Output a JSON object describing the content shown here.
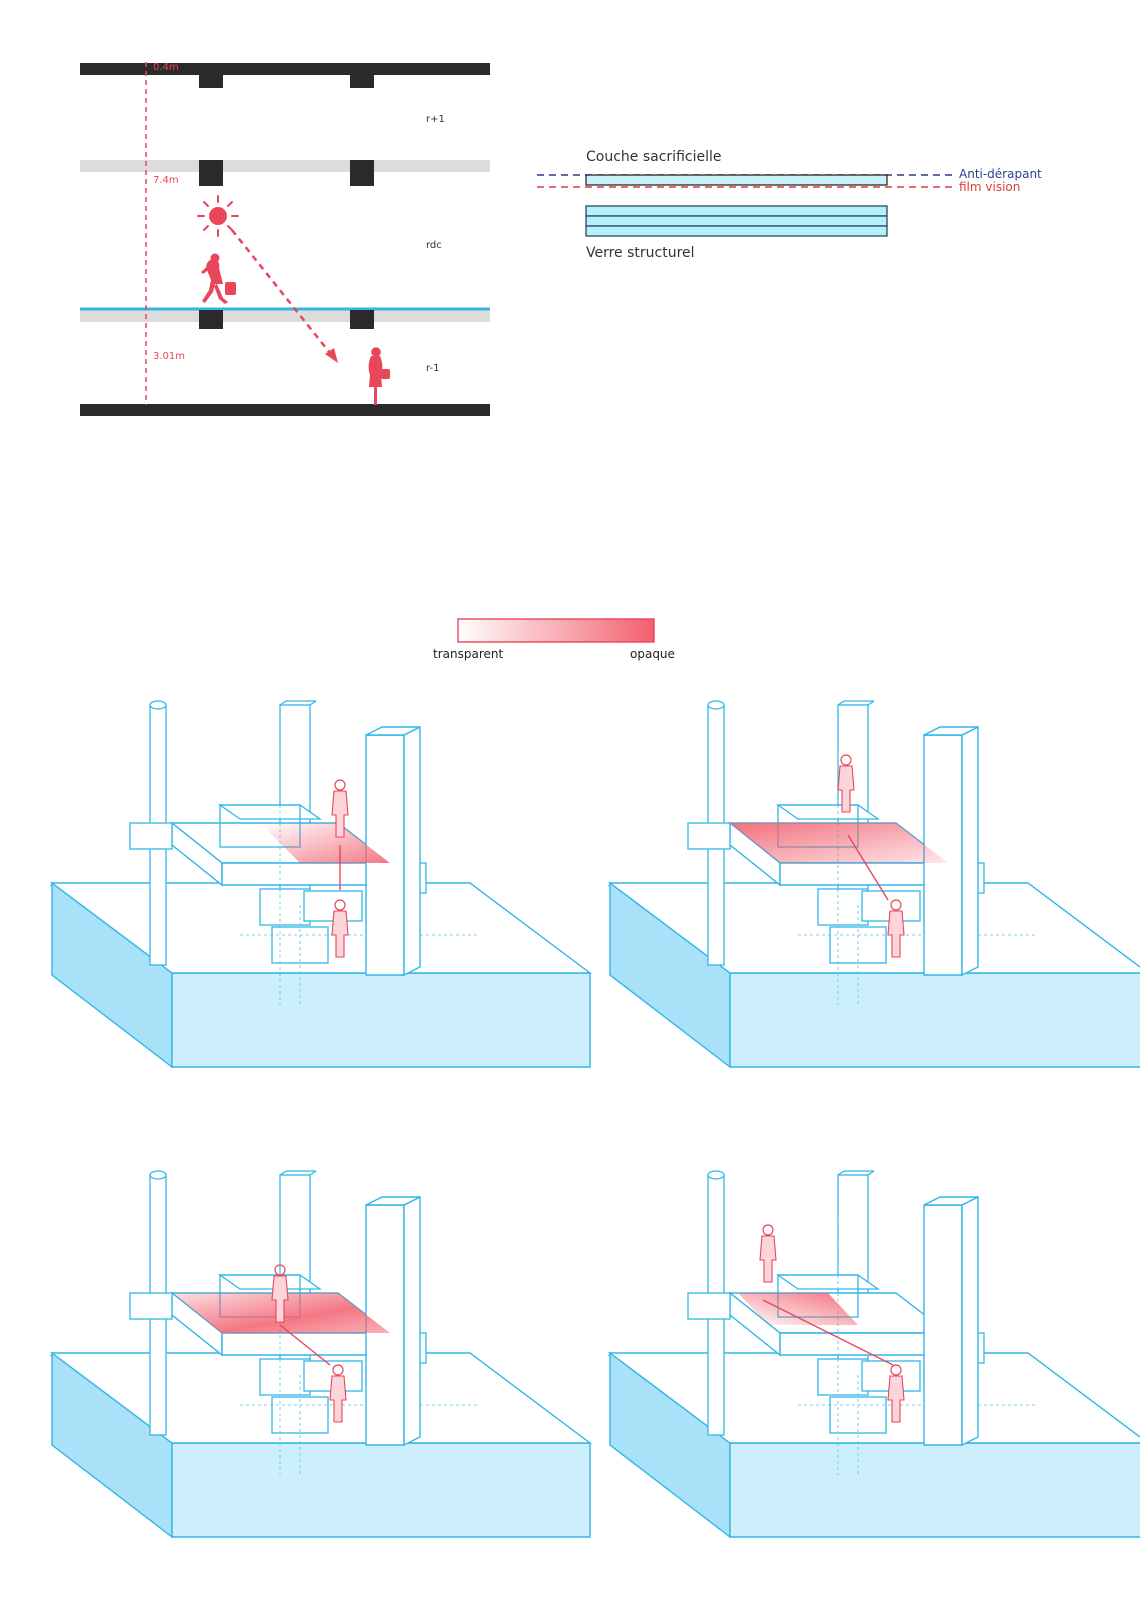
{
  "section": {
    "dimensions": {
      "top": "0.4m",
      "middle": "7.4m",
      "bottom": "3.01m"
    },
    "levels": {
      "upper": "r+1",
      "ground": "rdc",
      "lower": "r-1"
    }
  },
  "glass_detail": {
    "sacrificial_layer": "Couche sacrificielle",
    "anti_slip": "Anti-dérapant",
    "vision_film": "film vision",
    "structural_glass": "Verre structurel"
  },
  "legend": {
    "left_label": "transparent",
    "right_label": "opaque",
    "gradient_start": "#ffffff",
    "gradient_end": "#f2606e"
  },
  "colors": {
    "structure": "#33b6e6",
    "accent_red": "#e8465a",
    "dark_floor": "#2a2a2a",
    "light_floor": "#dcdcdc",
    "anti_slip_line": "#2c3f8f"
  },
  "isometric_views": [
    {
      "view": 1,
      "shading": "underside front"
    },
    {
      "view": 2,
      "shading": "full slab"
    },
    {
      "view": 3,
      "shading": "slab center"
    },
    {
      "view": 4,
      "shading": "left corner"
    }
  ]
}
